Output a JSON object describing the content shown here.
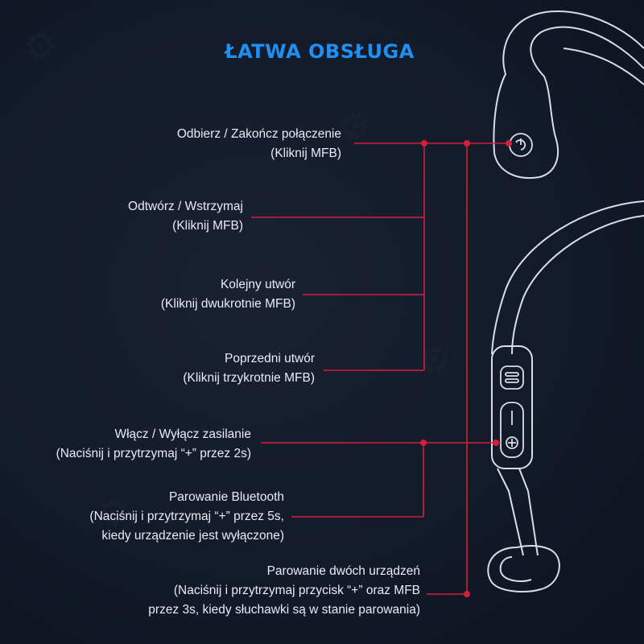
{
  "title": "ŁATWA OBSŁUGA",
  "accent_color": "#1f8ff0",
  "line_color": "#d21f3c",
  "controls": [
    {
      "line1": "Odbierz / Zakończ połączenie",
      "line2": "(Kliknij MFB)"
    },
    {
      "line1": "Odtwórz / Wstrzymaj",
      "line2": "(Kliknij MFB)"
    },
    {
      "line1": "Kolejny utwór",
      "line2": "(Kliknij dwukrotnie MFB)"
    },
    {
      "line1": "Poprzedni utwór",
      "line2": "(Kliknij trzykrotnie MFB)"
    },
    {
      "line1": "Włącz / Wyłącz zasilanie",
      "line2": "(Naciśnij i przytrzymaj “+” przez 2s)"
    },
    {
      "line1": "Parowanie Bluetooth",
      "line2": "(Naciśnij i przytrzymaj “+” przez 5s,",
      "line3": "kiedy urządzenie jest wyłączone)"
    },
    {
      "line1": "Parowanie dwóch urządzeń",
      "line2": "(Naciśnij i przytrzymaj przycisk “+” oraz MFB",
      "line3": "przez 3s, kiedy słuchawki są w stanie parowania)"
    }
  ],
  "icons": {
    "mfb": "mfb-button-icon",
    "plus": "plus-button-icon",
    "minus": "minus-button-icon",
    "charge_port": "charge-port-icon"
  }
}
